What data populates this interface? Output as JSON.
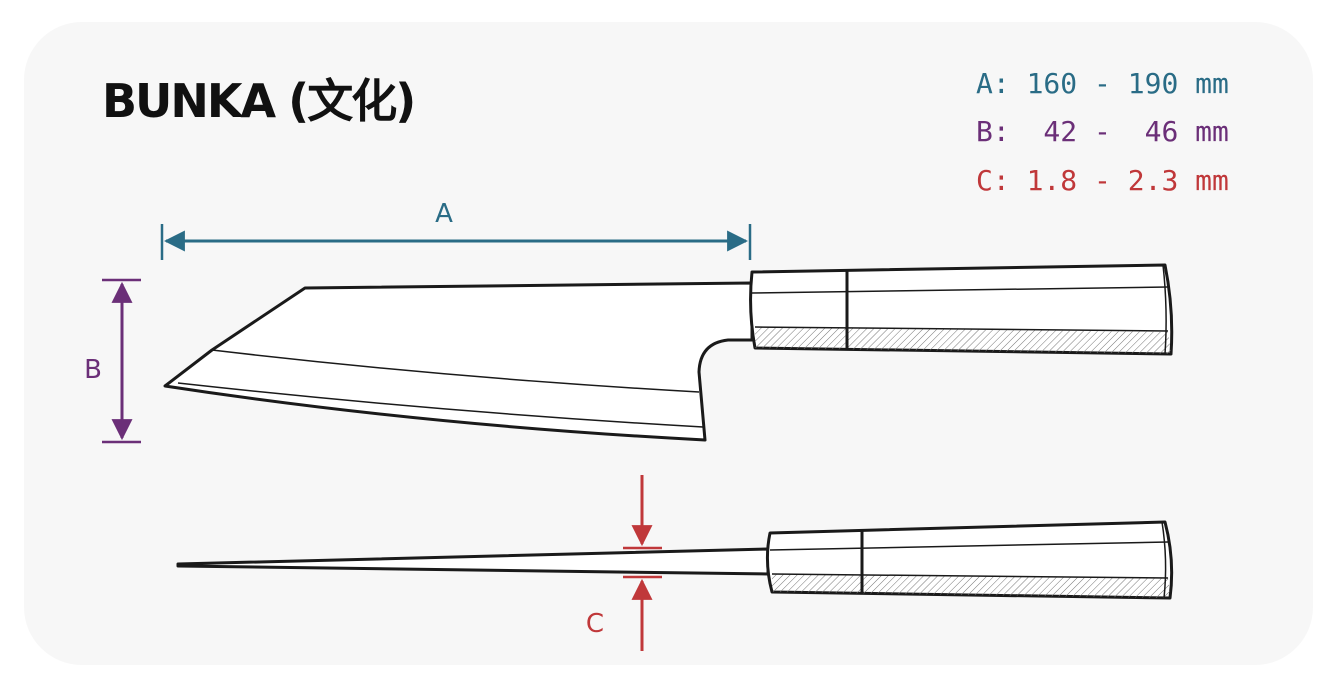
{
  "title": "BUNKA (文化)",
  "specs": [
    {
      "label": "A:",
      "text": "160 - 190 mm",
      "color": "#2a6c86"
    },
    {
      "label": "B:",
      "text": " 42 -  46 mm",
      "color": "#6b2f78"
    },
    {
      "label": "C:",
      "text": "1.8 - 2.3 mm",
      "color": "#c0383a"
    }
  ],
  "dimensions": {
    "a_label": "A",
    "b_label": "B",
    "c_label": "C"
  },
  "colors": {
    "a": "#2a6c86",
    "b": "#6b2f78",
    "c": "#c0383a",
    "outline": "#1a1a1a",
    "background": "#f7f7f7"
  }
}
